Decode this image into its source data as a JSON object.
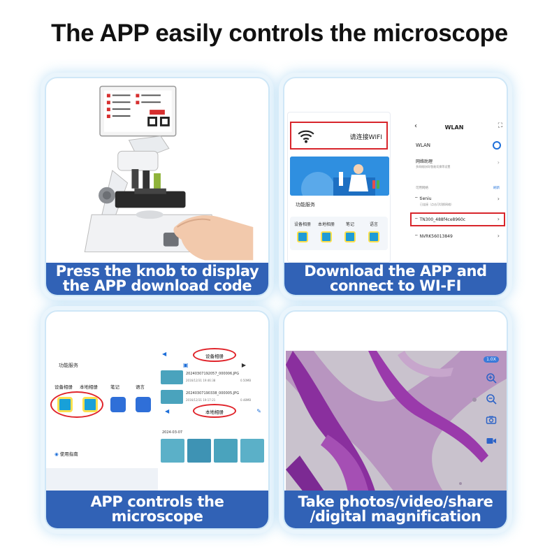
{
  "headline": "The APP easily controls the microscope",
  "cards": [
    {
      "caption_line1": "Press the knob to display",
      "caption_line2": "the APP download code"
    },
    {
      "caption_line1": "Download the APP and",
      "caption_line2": "connect to WI-FI"
    },
    {
      "caption_line1": "APP controls the microscope"
    },
    {
      "caption_line1": "Take photos/video/share",
      "caption_line2": "/digital magnification"
    }
  ],
  "wifi_panel": {
    "connect_label": "请连接WIFI",
    "function_service": "功能服务",
    "functions": [
      "设备相册",
      "本地相册",
      "笔记",
      "语言"
    ],
    "wlan_title": "WLAN",
    "wlan_label": "WLAN",
    "assist_label": "网络助理",
    "assist_sub": "多网络协同/智能切换等设置",
    "available_label": "可用网络",
    "refresh_label": "刷新",
    "networks": [
      {
        "name": "tieniu",
        "sub": "已连接（点击可切换网络）"
      },
      {
        "name": "TN300_488f4ce8960c"
      },
      {
        "name": "NVRK56013849"
      }
    ]
  },
  "app_panel": {
    "function_service": "功能服务",
    "functions": [
      "设备相册",
      "本地相册",
      "笔记",
      "语言"
    ],
    "guide_label": "使用指南",
    "device_album": "设备相册",
    "local_album": "本地相册",
    "files": [
      {
        "name": "20240307192057_000006.JPG",
        "meta": "2016/12/31 19:46:38",
        "size": "0.50MB"
      },
      {
        "name": "20240307190338_000005.JPG",
        "meta": "2016/12/31 19:17:21",
        "size": "0.48MB"
      }
    ],
    "date": "2024-03-07"
  },
  "photo_panel": {
    "zoom": "1.0X",
    "tools": [
      "zoom-in-icon",
      "zoom-out-icon",
      "camera-icon",
      "video-icon"
    ]
  },
  "colors": {
    "banner": "#3162b6",
    "highlight_red": "#d8252b",
    "accent_blue": "#1e6fd9",
    "stain_purple": "#8a2f9e"
  }
}
